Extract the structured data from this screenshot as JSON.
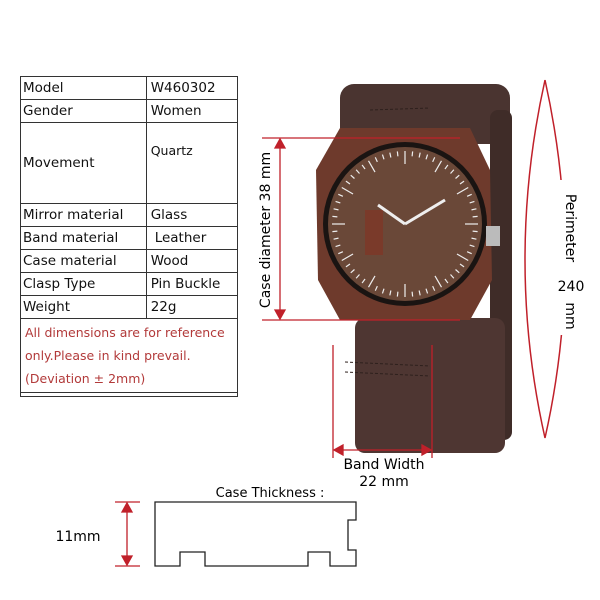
{
  "specs": [
    {
      "label": "Model",
      "value": "W460302"
    },
    {
      "label": "Gender",
      "value": "Women"
    },
    {
      "label": "Movement",
      "value": "Quartz"
    },
    {
      "label": "Mirror material",
      "value": "Glass"
    },
    {
      "label": "Band material",
      "value": "Leather"
    },
    {
      "label": "Case material",
      "value": "Wood"
    },
    {
      "label": "Clasp Type",
      "value": "Pin Buckle"
    },
    {
      "label": "Weight",
      "value": "22g"
    }
  ],
  "note": [
    "All dimensions are for reference",
    "only.Please in kind prevail.",
    "(Deviation ± 2mm)"
  ],
  "dimensions": {
    "case_diameter_label": "Case diameter 38  mm",
    "perimeter_label": "Perimeter",
    "perimeter_value": "240",
    "perimeter_unit": "mm",
    "band_width_label": "Band Width",
    "band_width_value": "22 mm",
    "case_thickness_label": "Case Thickness :",
    "case_thickness_value": "11mm"
  },
  "colors": {
    "accent": "#c0202a",
    "wood": "#6e3a2c",
    "leather": "#4a3430"
  }
}
